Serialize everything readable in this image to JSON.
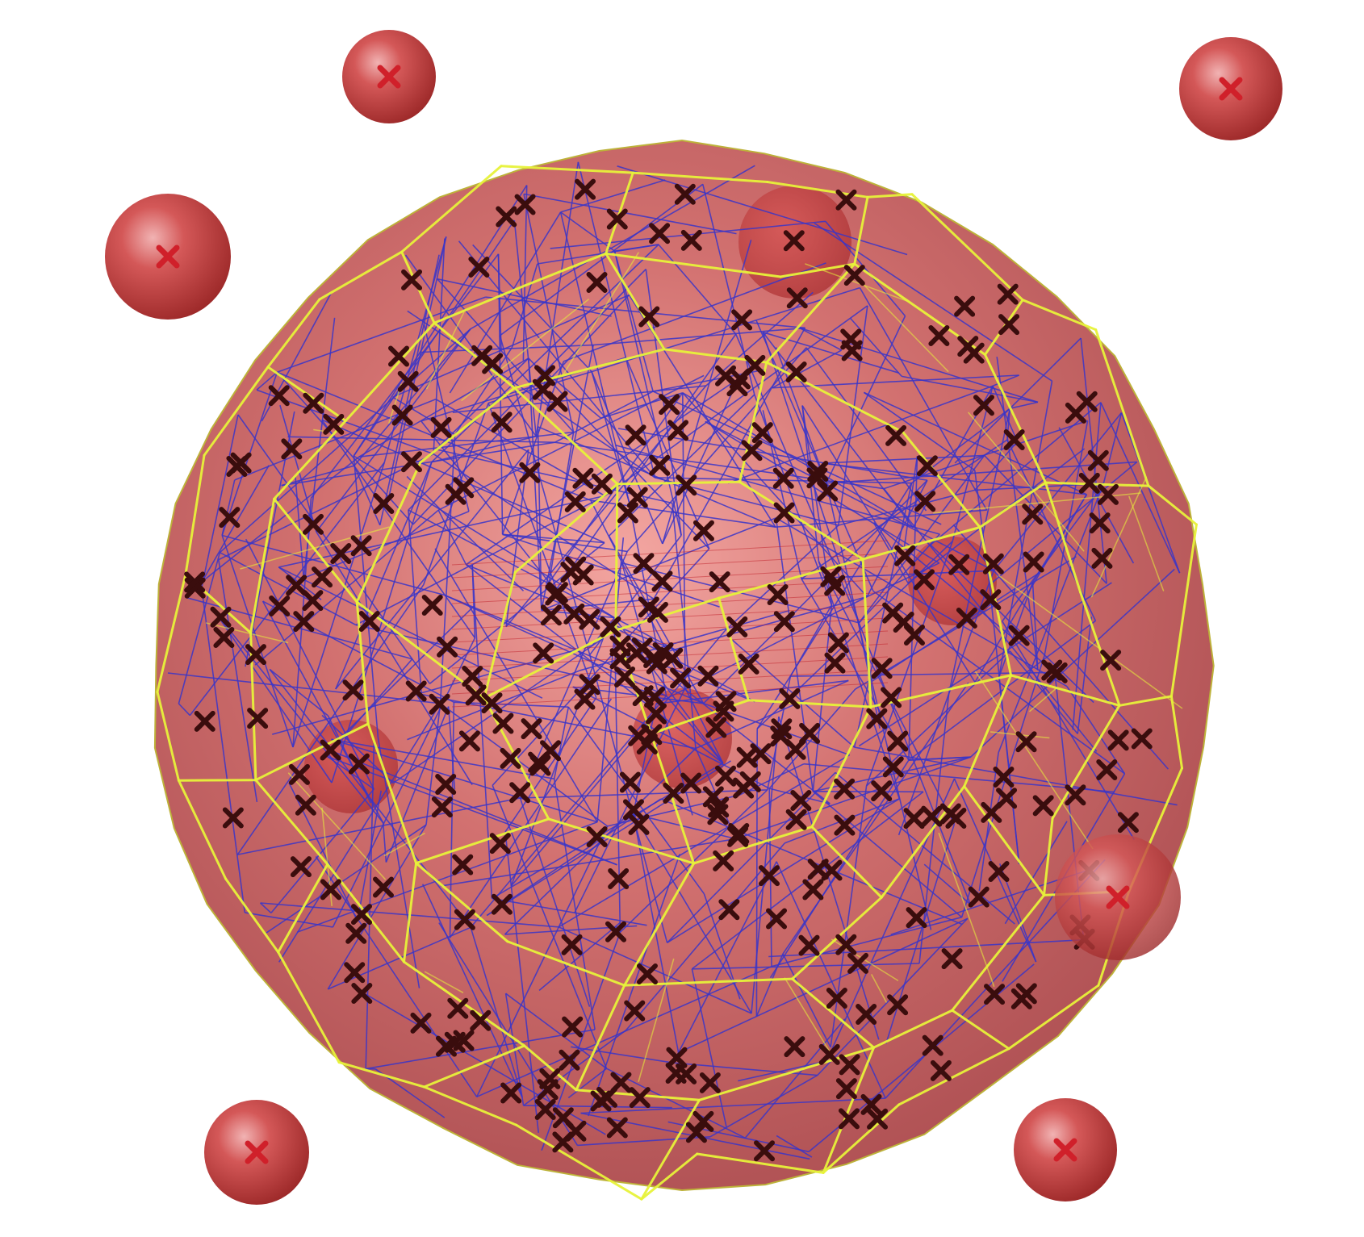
{
  "figure": {
    "kind": "3d-voronoi-tessellation-in-sphere",
    "text": ""
  },
  "colors": {
    "background": "#ffffff",
    "sphere_fill": "#c46060",
    "sphere_highlight": "#f2a0a0",
    "voronoi_inner_edges": "#3a35c8",
    "voronoi_outer_edges": "#e7f23a",
    "seed_marker": "#3a0d0d",
    "outside_ball": "#c0383a",
    "outside_marker": "#d0202a"
  },
  "legend": [],
  "inner_seed_count": 300,
  "outside_balls": [
    {
      "name": "outside-ball-top-left"
    },
    {
      "name": "outside-ball-top-right"
    },
    {
      "name": "outside-ball-left"
    },
    {
      "name": "outside-ball-bottom-left"
    },
    {
      "name": "outside-ball-bottom-right"
    },
    {
      "name": "outside-ball-right"
    }
  ],
  "embedded_balls": [
    {
      "name": "embedded-ball-top"
    },
    {
      "name": "embedded-ball-left"
    },
    {
      "name": "embedded-ball-center"
    },
    {
      "name": "embedded-ball-right"
    }
  ]
}
